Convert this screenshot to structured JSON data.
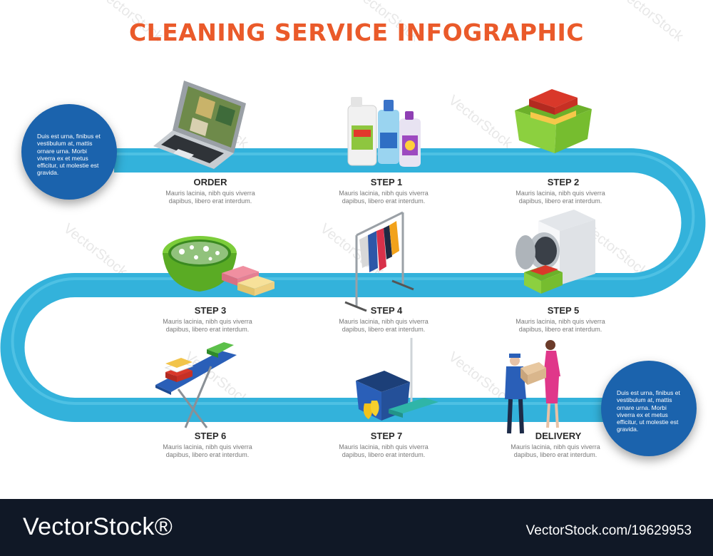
{
  "title": "CLEANING SERVICE INFOGRAPHIC",
  "colors": {
    "title": "#ea5a2a",
    "path": "#33b2db",
    "bubble": "#1b63ad",
    "footer": "#101826"
  },
  "info_bubbles": [
    {
      "text": "Duis est urna, finibus et vestibulum at, mattis ornare urna. Morbi viverra ex et metus efficitur, ut molestie est gravida."
    },
    {
      "text": "Duis est urna, finibus et vestibulum at, mattis ornare urna. Morbi viverra ex et metus efficitur, ut molestie est gravida."
    }
  ],
  "steps": [
    {
      "label": "ORDER",
      "desc": "Mauris lacinia, nibh quis viverra dapibus, libero erat interdum.",
      "icon": "laptop-icon"
    },
    {
      "label": "STEP 1",
      "desc": "Mauris lacinia, nibh quis viverra dapibus, libero erat interdum.",
      "icon": "detergent-bottles-icon"
    },
    {
      "label": "STEP 2",
      "desc": "Mauris lacinia, nibh quis viverra dapibus, libero erat interdum.",
      "icon": "laundry-basket-icon"
    },
    {
      "label": "STEP 3",
      "desc": "Mauris lacinia, nibh quis viverra dapibus, libero erat interdum.",
      "icon": "wash-basin-icon"
    },
    {
      "label": "STEP 4",
      "desc": "Mauris lacinia, nibh quis viverra dapibus, libero erat interdum.",
      "icon": "clothes-rack-icon"
    },
    {
      "label": "STEP 5",
      "desc": "Mauris lacinia, nibh quis viverra dapibus, libero erat interdum.",
      "icon": "washing-machine-icon"
    },
    {
      "label": "STEP 6",
      "desc": "Mauris lacinia, nibh quis viverra dapibus, libero erat interdum.",
      "icon": "ironing-board-icon"
    },
    {
      "label": "STEP 7",
      "desc": "Mauris lacinia, nibh quis viverra dapibus, libero erat interdum.",
      "icon": "mop-bucket-icon"
    },
    {
      "label": "DELIVERY",
      "desc": "Mauris lacinia, nibh quis viverra dapibus, libero erat interdum.",
      "icon": "delivery-person-icon"
    }
  ],
  "watermark": "VectorStock",
  "footer": {
    "brand": "VectorStock®",
    "image_id": "VectorStock.com/19629953"
  }
}
